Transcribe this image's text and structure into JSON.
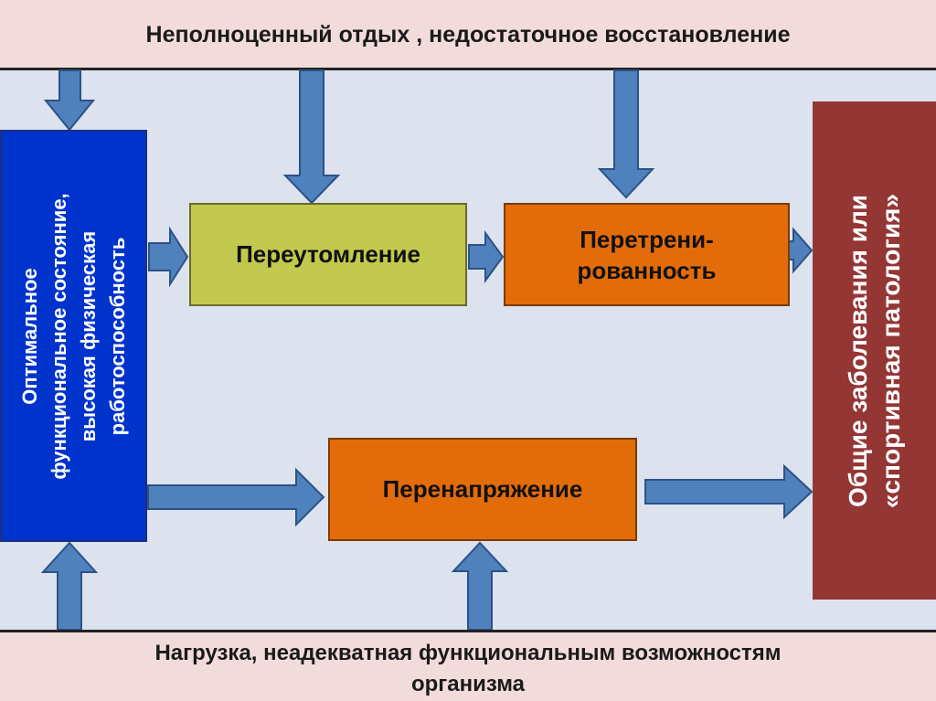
{
  "header": {
    "text": "Неполноценный отдых , недостаточное восстановление"
  },
  "footer": {
    "line1": "Нагрузка, неадекватная функциональным возможностям",
    "line2": "организма"
  },
  "boxes": {
    "optimal": {
      "line1": "Оптимальное",
      "line2": "функциональное  состояние,",
      "line3": "высокая физическая",
      "line4": "работоспособность"
    },
    "fatigue": {
      "label": "Переутомление"
    },
    "overtraining": {
      "line1": "Перетрени-",
      "line2": "рованность"
    },
    "overstrain": {
      "label": "Перенапряжение"
    },
    "disease": {
      "line1": "Общие заболевания или",
      "line2": "«спортивная патология»"
    }
  },
  "colors": {
    "background": "#dce3ef",
    "band": "#f2dcdb",
    "optimal_box": "#0033cc",
    "fatigue_box": "#c3c84e",
    "orange_box": "#e36c0a",
    "disease_box": "#943634",
    "arrow": "#4f81bd"
  }
}
